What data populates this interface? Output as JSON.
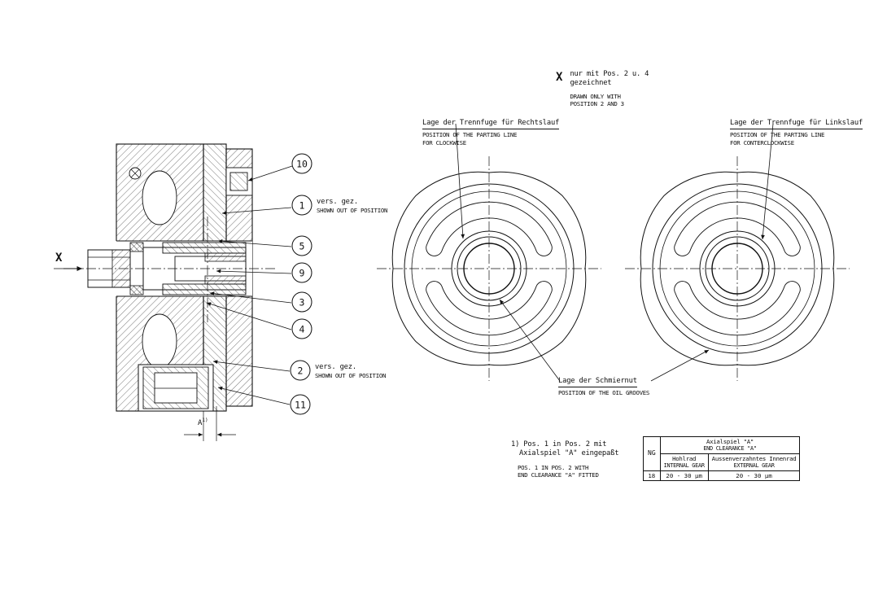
{
  "colors": {
    "ink": "#111111",
    "paper": "#ffffff"
  },
  "section_view": {
    "x_marker": "X",
    "dimension": {
      "letter": "A",
      "sup": "1)"
    },
    "balloons": [
      {
        "number": "10"
      },
      {
        "number": "1",
        "note_de": "vers. gez.",
        "note_en": "SHOWN OUT OF POSITION"
      },
      {
        "number": "5"
      },
      {
        "number": "9"
      },
      {
        "number": "3"
      },
      {
        "number": "4"
      },
      {
        "number": "2",
        "note_de": "vers. gez.",
        "note_en": "SHOWN OUT OF POSITION"
      },
      {
        "number": "11"
      }
    ]
  },
  "notes": {
    "x_ref": {
      "symbol": "X",
      "de_line1": "nur mit Pos. 2 u. 4",
      "de_line2": "gezeichnet",
      "en_line1": "DRAWN ONLY WITH",
      "en_line2": "POSITION 2 AND 3"
    },
    "clockwise": {
      "de": "Lage der Trennfuge für Rechtslauf",
      "en_line1": "POSITION OF THE PARTING LINE",
      "en_line2": "FOR CLOCKWISE"
    },
    "counterclockwise": {
      "de": "Lage der Trennfuge für Linkslauf",
      "en_line1": "POSITION OF THE PARTING LINE",
      "en_line2": "FOR CONTERCLOCKWISE"
    },
    "oil_grooves": {
      "de": "Lage der Schmiernut",
      "en": "POSITION OF THE OIL GROOVES"
    },
    "footnote": {
      "de_line1": "1) Pos. 1 in Pos. 2 mit",
      "de_line2": "Axialspiel \"A\" eingepaßt",
      "en_line1": "POS. 1 IN POS. 2 WITH",
      "en_line2": "END CLEARANCE \"A\" FITTED"
    }
  },
  "table": {
    "ng_header": "NG",
    "title_de": "Axialspiel \"A\"",
    "title_en": "END CLEARANCE \"A\"",
    "col1_de": "Hohlrad",
    "col1_en": "INTERNAL GEAR",
    "col2_de": "Aussenverzahntes Innenrad",
    "col2_en": "EXTERNAL GEAR",
    "row": {
      "ng": "18",
      "internal": "20 - 30 μm",
      "external": "20 - 30 μm"
    }
  }
}
